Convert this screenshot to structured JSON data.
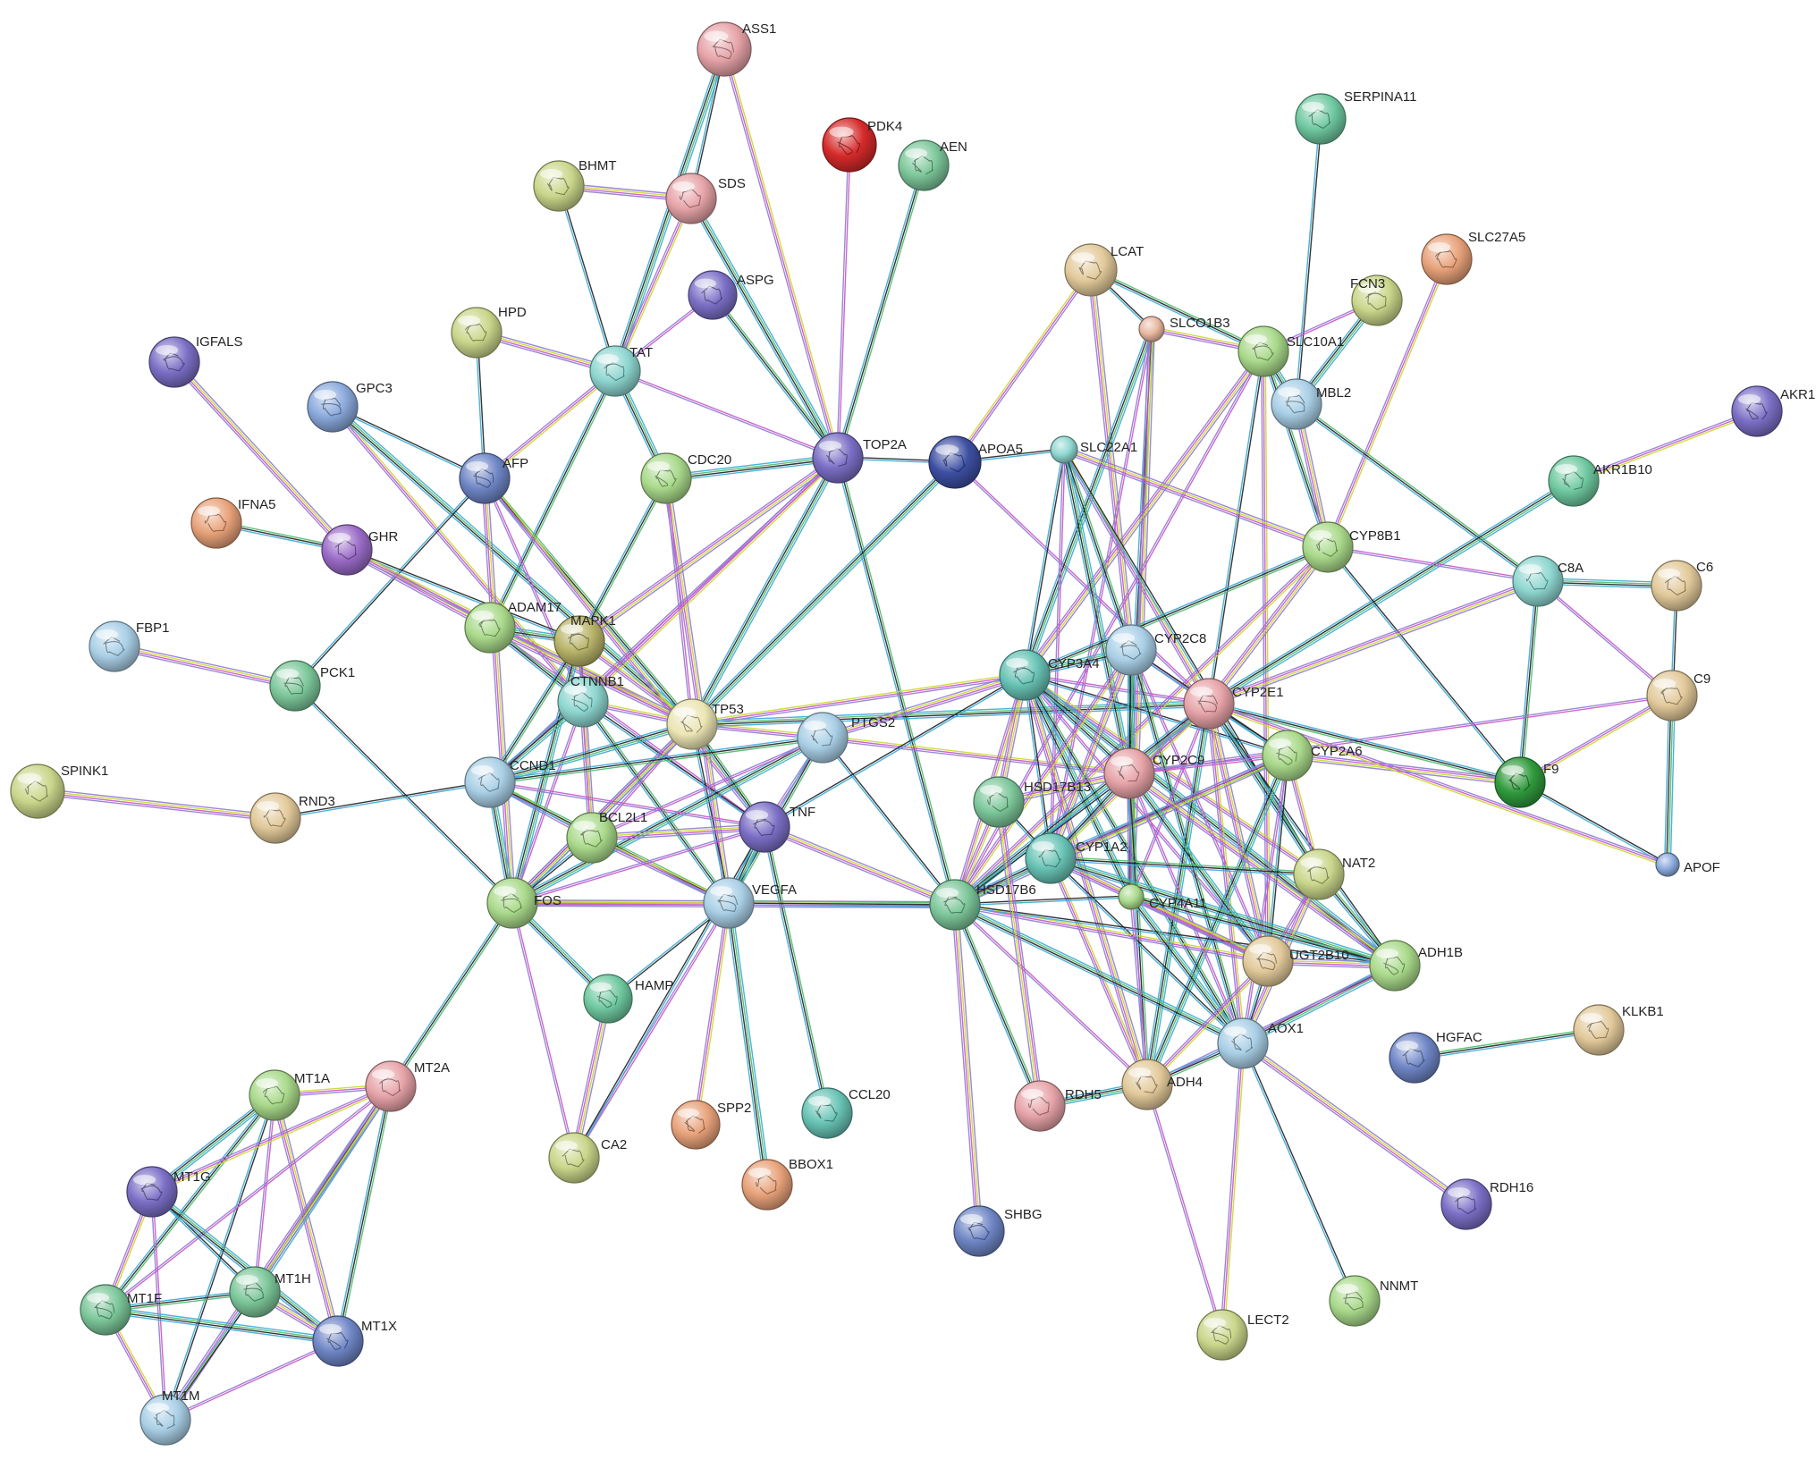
{
  "palette": {
    "pink": "#e6a3a8",
    "red": "#d62a2a",
    "green": "#7cc79a",
    "olive": "#c9d68a",
    "blue": "#8aa9dc",
    "purple": "#7b6fc6",
    "violet": "#9a6bc7",
    "teal": "#8ed6d0",
    "tan": "#e2c99a",
    "salmon": "#e8a27a",
    "lightgreen": "#a9d98a",
    "lightblue": "#a9cfe6",
    "navy": "#3d4fa3",
    "darkgreen": "#2f9a3c",
    "khaki": "#b9b46a",
    "cream": "#ece5b4",
    "mint": "#6fc9a0",
    "peach": "#e8b7a1",
    "seafoam": "#68c3b5",
    "slate": "#6f86c6"
  },
  "edge_colors": [
    "#1f1f1f",
    "#c7d92a",
    "#3aa9d6",
    "#c655c9",
    "#4cbb6a",
    "#8f7ad1"
  ],
  "nodes": [
    {
      "id": "ASS1",
      "label": "ASS1",
      "color": "pink"
    },
    {
      "id": "PDK4",
      "label": "PDK4",
      "color": "red"
    },
    {
      "id": "AEN",
      "label": "AEN",
      "color": "green"
    },
    {
      "id": "BHMT",
      "label": "BHMT",
      "color": "olive"
    },
    {
      "id": "SDS",
      "label": "SDS",
      "color": "pink"
    },
    {
      "id": "ASPG",
      "label": "ASPG",
      "color": "purple"
    },
    {
      "id": "HPD",
      "label": "HPD",
      "color": "olive"
    },
    {
      "id": "TAT",
      "label": "TAT",
      "color": "teal"
    },
    {
      "id": "IGFALS",
      "label": "IGFALS",
      "color": "purple"
    },
    {
      "id": "GPC3",
      "label": "GPC3",
      "color": "blue"
    },
    {
      "id": "AFP",
      "label": "AFP",
      "color": "slate"
    },
    {
      "id": "CDC20",
      "label": "CDC20",
      "color": "lightgreen"
    },
    {
      "id": "TOP2A",
      "label": "TOP2A",
      "color": "purple"
    },
    {
      "id": "APOA5",
      "label": "APOA5",
      "color": "navy"
    },
    {
      "id": "IFNA5",
      "label": "IFNA5",
      "color": "salmon"
    },
    {
      "id": "GHR",
      "label": "GHR",
      "color": "violet"
    },
    {
      "id": "ADAM17",
      "label": "ADAM17",
      "color": "lightgreen"
    },
    {
      "id": "MAPK1",
      "label": "MAPK1",
      "color": "khaki"
    },
    {
      "id": "FBP1",
      "label": "FBP1",
      "color": "lightblue"
    },
    {
      "id": "PCK1",
      "label": "PCK1",
      "color": "green"
    },
    {
      "id": "CTNNB1",
      "label": "CTNNB1",
      "color": "teal"
    },
    {
      "id": "TP53",
      "label": "TP53",
      "color": "cream"
    },
    {
      "id": "PTGS2",
      "label": "PTGS2",
      "color": "lightblue"
    },
    {
      "id": "SPINK1",
      "label": "SPINK1",
      "color": "olive"
    },
    {
      "id": "RND3",
      "label": "RND3",
      "color": "tan"
    },
    {
      "id": "CCND1",
      "label": "CCND1",
      "color": "lightblue"
    },
    {
      "id": "BCL2L1",
      "label": "BCL2L1",
      "color": "lightgreen"
    },
    {
      "id": "TNF",
      "label": "TNF",
      "color": "purple"
    },
    {
      "id": "FOS",
      "label": "FOS",
      "color": "lightgreen"
    },
    {
      "id": "VEGFA",
      "label": "VEGFA",
      "color": "lightblue"
    },
    {
      "id": "HAMP",
      "label": "HAMP",
      "color": "mint"
    },
    {
      "id": "SPP2",
      "label": "SPP2",
      "color": "salmon"
    },
    {
      "id": "CCL20",
      "label": "CCL20",
      "color": "seafoam"
    },
    {
      "id": "BBOX1",
      "label": "BBOX1",
      "color": "salmon"
    },
    {
      "id": "CA2",
      "label": "CA2",
      "color": "olive"
    },
    {
      "id": "MT1A",
      "label": "MT1A",
      "color": "lightgreen"
    },
    {
      "id": "MT2A",
      "label": "MT2A",
      "color": "pink"
    },
    {
      "id": "MT1G",
      "label": "MT1G",
      "color": "purple"
    },
    {
      "id": "MT1H",
      "label": "MT1H",
      "color": "green"
    },
    {
      "id": "MT1F",
      "label": "MT1F",
      "color": "green"
    },
    {
      "id": "MT1X",
      "label": "MT1X",
      "color": "slate"
    },
    {
      "id": "MT1M",
      "label": "MT1M",
      "color": "lightblue"
    },
    {
      "id": "LCAT",
      "label": "LCAT",
      "color": "tan"
    },
    {
      "id": "SLCO1B3",
      "label": "SLCO1B3",
      "color": "peach"
    },
    {
      "id": "SERPINA11",
      "label": "SERPINA11",
      "color": "mint"
    },
    {
      "id": "SLC27A5",
      "label": "SLC27A5",
      "color": "salmon"
    },
    {
      "id": "FCN3",
      "label": "FCN3",
      "color": "olive"
    },
    {
      "id": "SLC10A1",
      "label": "SLC10A1",
      "color": "lightgreen"
    },
    {
      "id": "MBL2",
      "label": "MBL2",
      "color": "lightblue"
    },
    {
      "id": "SLC22A1",
      "label": "SLC22A1",
      "color": "teal"
    },
    {
      "id": "AKR1",
      "label": "AKR1",
      "color": "purple"
    },
    {
      "id": "AKR1B10",
      "label": "AKR1B10",
      "color": "mint"
    },
    {
      "id": "CYP8B1",
      "label": "CYP8B1",
      "color": "lightgreen"
    },
    {
      "id": "C8A",
      "label": "C8A",
      "color": "teal"
    },
    {
      "id": "C6",
      "label": "C6",
      "color": "tan"
    },
    {
      "id": "C9",
      "label": "C9",
      "color": "tan"
    },
    {
      "id": "CYP3A4",
      "label": "CYP3A4",
      "color": "seafoam"
    },
    {
      "id": "CYP2C8",
      "label": "CYP2C8",
      "color": "lightblue"
    },
    {
      "id": "CYP2E1",
      "label": "CYP2E1",
      "color": "pink"
    },
    {
      "id": "CYP2A6",
      "label": "CYP2A6",
      "color": "lightgreen"
    },
    {
      "id": "F9",
      "label": "F9",
      "color": "darkgreen"
    },
    {
      "id": "CYP2C9",
      "label": "CYP2C9",
      "color": "pink"
    },
    {
      "id": "HSD17B13",
      "label": "HSD17B13",
      "color": "green"
    },
    {
      "id": "CYP1A2",
      "label": "CYP1A2",
      "color": "seafoam"
    },
    {
      "id": "APOF",
      "label": "APOF",
      "color": "blue"
    },
    {
      "id": "NAT2",
      "label": "NAT2",
      "color": "olive"
    },
    {
      "id": "HSD17B6",
      "label": "HSD17B6",
      "color": "green"
    },
    {
      "id": "CYP4A11",
      "label": "CYP4A11",
      "color": "lightgreen"
    },
    {
      "id": "UGT2B10",
      "label": "UGT2B10",
      "color": "tan"
    },
    {
      "id": "ADH1B",
      "label": "ADH1B",
      "color": "lightgreen"
    },
    {
      "id": "AOX1",
      "label": "AOX1",
      "color": "lightblue"
    },
    {
      "id": "ADH4",
      "label": "ADH4",
      "color": "tan"
    },
    {
      "id": "RDH5",
      "label": "RDH5",
      "color": "pink"
    },
    {
      "id": "HGFAC",
      "label": "HGFAC",
      "color": "slate"
    },
    {
      "id": "KLKB1",
      "label": "KLKB1",
      "color": "tan"
    },
    {
      "id": "RDH16",
      "label": "RDH16",
      "color": "purple"
    },
    {
      "id": "SHBG",
      "label": "SHBG",
      "color": "slate"
    },
    {
      "id": "NNMT",
      "label": "NNMT",
      "color": "lightgreen"
    },
    {
      "id": "LECT2",
      "label": "LECT2",
      "color": "olive"
    }
  ],
  "edges": [
    [
      "ASS1",
      "SDS"
    ],
    [
      "ASS1",
      "TOP2A"
    ],
    [
      "ASS1",
      "TAT"
    ],
    [
      "PDK4",
      "TOP2A"
    ],
    [
      "AEN",
      "TOP2A"
    ],
    [
      "BHMT",
      "SDS"
    ],
    [
      "BHMT",
      "TAT"
    ],
    [
      "SDS",
      "TAT"
    ],
    [
      "SDS",
      "TOP2A"
    ],
    [
      "ASPG",
      "TAT"
    ],
    [
      "ASPG",
      "TOP2A"
    ],
    [
      "HPD",
      "TAT"
    ],
    [
      "HPD",
      "AFP"
    ],
    [
      "TAT",
      "AFP"
    ],
    [
      "TAT",
      "CDC20"
    ],
    [
      "TAT",
      "TOP2A"
    ],
    [
      "TAT",
      "ADAM17"
    ],
    [
      "IGFALS",
      "GHR"
    ],
    [
      "GPC3",
      "AFP"
    ],
    [
      "GPC3",
      "CTNNB1"
    ],
    [
      "GPC3",
      "TP53"
    ],
    [
      "AFP",
      "CTNNB1"
    ],
    [
      "AFP",
      "TP53"
    ],
    [
      "AFP",
      "FOS"
    ],
    [
      "AFP",
      "PCK1"
    ],
    [
      "AFP",
      "TNF"
    ],
    [
      "CDC20",
      "TOP2A"
    ],
    [
      "CDC20",
      "TP53"
    ],
    [
      "CDC20",
      "MAPK1"
    ],
    [
      "CDC20",
      "VEGFA"
    ],
    [
      "TOP2A",
      "APOA5"
    ],
    [
      "TOP2A",
      "CTNNB1"
    ],
    [
      "TOP2A",
      "TP53"
    ],
    [
      "TOP2A",
      "CCND1"
    ],
    [
      "TOP2A",
      "HSD17B6"
    ],
    [
      "TOP2A",
      "MAPK1"
    ],
    [
      "APOA5",
      "SLC22A1"
    ],
    [
      "APOA5",
      "LCAT"
    ],
    [
      "APOA5",
      "FOS"
    ],
    [
      "APOA5",
      "CYP2E1"
    ],
    [
      "IFNA5",
      "GHR"
    ],
    [
      "GHR",
      "ADAM17"
    ],
    [
      "GHR",
      "MAPK1"
    ],
    [
      "GHR",
      "TP53"
    ],
    [
      "ADAM17",
      "MAPK1"
    ],
    [
      "ADAM17",
      "TNF"
    ],
    [
      "ADAM17",
      "CTNNB1"
    ],
    [
      "ADAM17",
      "TP53"
    ],
    [
      "MAPK1",
      "CTNNB1"
    ],
    [
      "MAPK1",
      "TP53"
    ],
    [
      "MAPK1",
      "FOS"
    ],
    [
      "MAPK1",
      "BCL2L1"
    ],
    [
      "MAPK1",
      "CCND1"
    ],
    [
      "FBP1",
      "PCK1"
    ],
    [
      "PCK1",
      "FOS"
    ],
    [
      "CTNNB1",
      "TP53"
    ],
    [
      "CTNNB1",
      "CCND1"
    ],
    [
      "CTNNB1",
      "FOS"
    ],
    [
      "CTNNB1",
      "VEGFA"
    ],
    [
      "CTNNB1",
      "BCL2L1"
    ],
    [
      "CTNNB1",
      "TNF"
    ],
    [
      "TP53",
      "PTGS2"
    ],
    [
      "TP53",
      "CCND1"
    ],
    [
      "TP53",
      "BCL2L1"
    ],
    [
      "TP53",
      "TNF"
    ],
    [
      "TP53",
      "FOS"
    ],
    [
      "TP53",
      "VEGFA"
    ],
    [
      "TP53",
      "CYP3A4"
    ],
    [
      "TP53",
      "CYP2E1"
    ],
    [
      "PTGS2",
      "TNF"
    ],
    [
      "PTGS2",
      "VEGFA"
    ],
    [
      "PTGS2",
      "CYP3A4"
    ],
    [
      "PTGS2",
      "HSD17B6"
    ],
    [
      "PTGS2",
      "CYP2C9"
    ],
    [
      "PTGS2",
      "FOS"
    ],
    [
      "PTGS2",
      "BCL2L1"
    ],
    [
      "PTGS2",
      "CCND1"
    ],
    [
      "SPINK1",
      "RND3"
    ],
    [
      "RND3",
      "CCND1"
    ],
    [
      "CCND1",
      "BCL2L1"
    ],
    [
      "CCND1",
      "FOS"
    ],
    [
      "CCND1",
      "TNF"
    ],
    [
      "CCND1",
      "VEGFA"
    ],
    [
      "BCL2L1",
      "TNF"
    ],
    [
      "BCL2L1",
      "FOS"
    ],
    [
      "BCL2L1",
      "VEGFA"
    ],
    [
      "TNF",
      "VEGFA"
    ],
    [
      "TNF",
      "FOS"
    ],
    [
      "TNF",
      "CCL20"
    ],
    [
      "TNF",
      "HSD17B6"
    ],
    [
      "TNF",
      "CYP3A4"
    ],
    [
      "FOS",
      "VEGFA"
    ],
    [
      "FOS",
      "HAMP"
    ],
    [
      "FOS",
      "CA2"
    ],
    [
      "FOS",
      "MT2A"
    ],
    [
      "FOS",
      "HSD17B6"
    ],
    [
      "VEGFA",
      "HAMP"
    ],
    [
      "VEGFA",
      "SPP2"
    ],
    [
      "VEGFA",
      "BBOX1"
    ],
    [
      "VEGFA",
      "CA2"
    ],
    [
      "VEGFA",
      "HSD17B6"
    ],
    [
      "HAMP",
      "CA2"
    ],
    [
      "CA2",
      "TNF"
    ],
    [
      "MT1A",
      "MT2A"
    ],
    [
      "MT1A",
      "MT1G"
    ],
    [
      "MT1A",
      "MT1H"
    ],
    [
      "MT1A",
      "MT1F"
    ],
    [
      "MT1A",
      "MT1X"
    ],
    [
      "MT1A",
      "MT1M"
    ],
    [
      "MT2A",
      "MT1G"
    ],
    [
      "MT2A",
      "MT1H"
    ],
    [
      "MT2A",
      "MT1F"
    ],
    [
      "MT2A",
      "MT1X"
    ],
    [
      "MT2A",
      "MT1M"
    ],
    [
      "MT1G",
      "MT1H"
    ],
    [
      "MT1G",
      "MT1F"
    ],
    [
      "MT1G",
      "MT1X"
    ],
    [
      "MT1G",
      "MT1M"
    ],
    [
      "MT1H",
      "MT1F"
    ],
    [
      "MT1H",
      "MT1X"
    ],
    [
      "MT1H",
      "MT1M"
    ],
    [
      "MT1F",
      "MT1M"
    ],
    [
      "MT1F",
      "MT1X"
    ],
    [
      "MT1X",
      "MT1M"
    ],
    [
      "LCAT",
      "SLC10A1"
    ],
    [
      "LCAT",
      "CYP2C8"
    ],
    [
      "LCAT",
      "SLCO1B3"
    ],
    [
      "SLCO1B3",
      "SLC10A1"
    ],
    [
      "SLCO1B3",
      "CYP3A4"
    ],
    [
      "SLCO1B3",
      "CYP1A2"
    ],
    [
      "SLCO1B3",
      "CYP2C9"
    ],
    [
      "SLCO1B3",
      "CYP4A11"
    ],
    [
      "SERPINA11",
      "MBL2"
    ],
    [
      "SLC27A5",
      "CYP8B1"
    ],
    [
      "FCN3",
      "MBL2"
    ],
    [
      "FCN3",
      "SLC10A1"
    ],
    [
      "SLC10A1",
      "CYP8B1"
    ],
    [
      "SLC10A1",
      "CYP3A4"
    ],
    [
      "SLC10A1",
      "CYP2E1"
    ],
    [
      "SLC10A1",
      "UGT2B10"
    ],
    [
      "SLC10A1",
      "MBL2"
    ],
    [
      "SLC10A1",
      "HSD17B6"
    ],
    [
      "MBL2",
      "C8A"
    ],
    [
      "MBL2",
      "CYP8B1"
    ],
    [
      "SLC22A1",
      "CYP3A4"
    ],
    [
      "SLC22A1",
      "CYP2E1"
    ],
    [
      "SLC22A1",
      "CYP2C9"
    ],
    [
      "SLC22A1",
      "CYP1A2"
    ],
    [
      "SLC22A1",
      "CYP2C8"
    ],
    [
      "SLC22A1",
      "CYP8B1"
    ],
    [
      "SLC22A1",
      "NAT2"
    ],
    [
      "AKR1",
      "AKR1B10"
    ],
    [
      "AKR1B10",
      "CYP2E1"
    ],
    [
      "CYP8B1",
      "C8A"
    ],
    [
      "CYP8B1",
      "CYP3A4"
    ],
    [
      "CYP8B1",
      "CYP2E1"
    ],
    [
      "CYP8B1",
      "F9"
    ],
    [
      "CYP8B1",
      "HSD17B6"
    ],
    [
      "C8A",
      "C6"
    ],
    [
      "C8A",
      "C9"
    ],
    [
      "C8A",
      "F9"
    ],
    [
      "C8A",
      "CYP2E1"
    ],
    [
      "C6",
      "C9"
    ],
    [
      "C9",
      "F9"
    ],
    [
      "C9",
      "APOF"
    ],
    [
      "C9",
      "CYP2C9"
    ],
    [
      "F9",
      "CYP2E1"
    ],
    [
      "F9",
      "CYP2A6"
    ],
    [
      "F9",
      "APOF"
    ],
    [
      "APOF",
      "CYP2E1"
    ],
    [
      "CYP3A4",
      "CYP2C8"
    ],
    [
      "CYP3A4",
      "CYP2E1"
    ],
    [
      "CYP3A4",
      "CYP2C9"
    ],
    [
      "CYP3A4",
      "HSD17B13"
    ],
    [
      "CYP3A4",
      "CYP1A2"
    ],
    [
      "CYP3A4",
      "HSD17B6"
    ],
    [
      "CYP3A4",
      "CYP4A11"
    ],
    [
      "CYP3A4",
      "UGT2B10"
    ],
    [
      "CYP3A4",
      "AOX1"
    ],
    [
      "CYP3A4",
      "ADH4"
    ],
    [
      "CYP3A4",
      "CYP2A6"
    ],
    [
      "CYP3A4",
      "NAT2"
    ],
    [
      "CYP3A4",
      "ADH1B"
    ],
    [
      "CYP2C8",
      "CYP2E1"
    ],
    [
      "CYP2C8",
      "CYP2C9"
    ],
    [
      "CYP2C8",
      "CYP1A2"
    ],
    [
      "CYP2C8",
      "CYP2A6"
    ],
    [
      "CYP2C8",
      "HSD17B6"
    ],
    [
      "CYP2C8",
      "CYP4A11"
    ],
    [
      "CYP2C8",
      "UGT2B10"
    ],
    [
      "CYP2C8",
      "AOX1"
    ],
    [
      "CYP2E1",
      "CYP2C9"
    ],
    [
      "CYP2E1",
      "CYP2A6"
    ],
    [
      "CYP2E1",
      "CYP1A2"
    ],
    [
      "CYP2E1",
      "HSD17B6"
    ],
    [
      "CYP2E1",
      "CYP4A11"
    ],
    [
      "CYP2E1",
      "NAT2"
    ],
    [
      "CYP2E1",
      "UGT2B10"
    ],
    [
      "CYP2E1",
      "ADH1B"
    ],
    [
      "CYP2E1",
      "AOX1"
    ],
    [
      "CYP2E1",
      "ADH4"
    ],
    [
      "CYP2A6",
      "CYP2C9"
    ],
    [
      "CYP2A6",
      "CYP1A2"
    ],
    [
      "CYP2A6",
      "HSD17B6"
    ],
    [
      "CYP2A6",
      "UGT2B10"
    ],
    [
      "CYP2A6",
      "NAT2"
    ],
    [
      "CYP2A6",
      "ADH4"
    ],
    [
      "CYP2A6",
      "AOX1"
    ],
    [
      "CYP2C9",
      "CYP1A2"
    ],
    [
      "CYP2C9",
      "HSD17B13"
    ],
    [
      "CYP2C9",
      "HSD17B6"
    ],
    [
      "CYP2C9",
      "CYP4A11"
    ],
    [
      "CYP2C9",
      "UGT2B10"
    ],
    [
      "CYP2C9",
      "AOX1"
    ],
    [
      "CYP2C9",
      "ADH4"
    ],
    [
      "CYP2C9",
      "ADH1B"
    ],
    [
      "HSD17B13",
      "CYP1A2"
    ],
    [
      "HSD17B13",
      "HSD17B6"
    ],
    [
      "CYP1A2",
      "HSD17B6"
    ],
    [
      "CYP1A2",
      "CYP4A11"
    ],
    [
      "CYP1A2",
      "NAT2"
    ],
    [
      "CYP1A2",
      "UGT2B10"
    ],
    [
      "CYP1A2",
      "AOX1"
    ],
    [
      "CYP1A2",
      "ADH4"
    ],
    [
      "CYP1A2",
      "ADH1B"
    ],
    [
      "NAT2",
      "UGT2B10"
    ],
    [
      "NAT2",
      "ADH1B"
    ],
    [
      "NAT2",
      "AOX1"
    ],
    [
      "HSD17B6",
      "CYP4A11"
    ],
    [
      "HSD17B6",
      "UGT2B10"
    ],
    [
      "HSD17B6",
      "AOX1"
    ],
    [
      "HSD17B6",
      "ADH4"
    ],
    [
      "HSD17B6",
      "RDH5"
    ],
    [
      "HSD17B6",
      "SHBG"
    ],
    [
      "HSD17B6",
      "ADH1B"
    ],
    [
      "CYP4A11",
      "UGT2B10"
    ],
    [
      "CYP4A11",
      "AOX1"
    ],
    [
      "CYP4A11",
      "ADH4"
    ],
    [
      "CYP4A11",
      "ADH1B"
    ],
    [
      "UGT2B10",
      "ADH1B"
    ],
    [
      "UGT2B10",
      "AOX1"
    ],
    [
      "UGT2B10",
      "ADH4"
    ],
    [
      "ADH1B",
      "AOX1"
    ],
    [
      "ADH1B",
      "ADH4"
    ],
    [
      "AOX1",
      "ADH4"
    ],
    [
      "AOX1",
      "RDH16"
    ],
    [
      "AOX1",
      "NNMT"
    ],
    [
      "AOX1",
      "LECT2"
    ],
    [
      "ADH4",
      "RDH5"
    ],
    [
      "ADH4",
      "LECT2"
    ],
    [
      "HGFAC",
      "KLKB1"
    ],
    [
      "RDH5",
      "HSD17B13"
    ]
  ]
}
